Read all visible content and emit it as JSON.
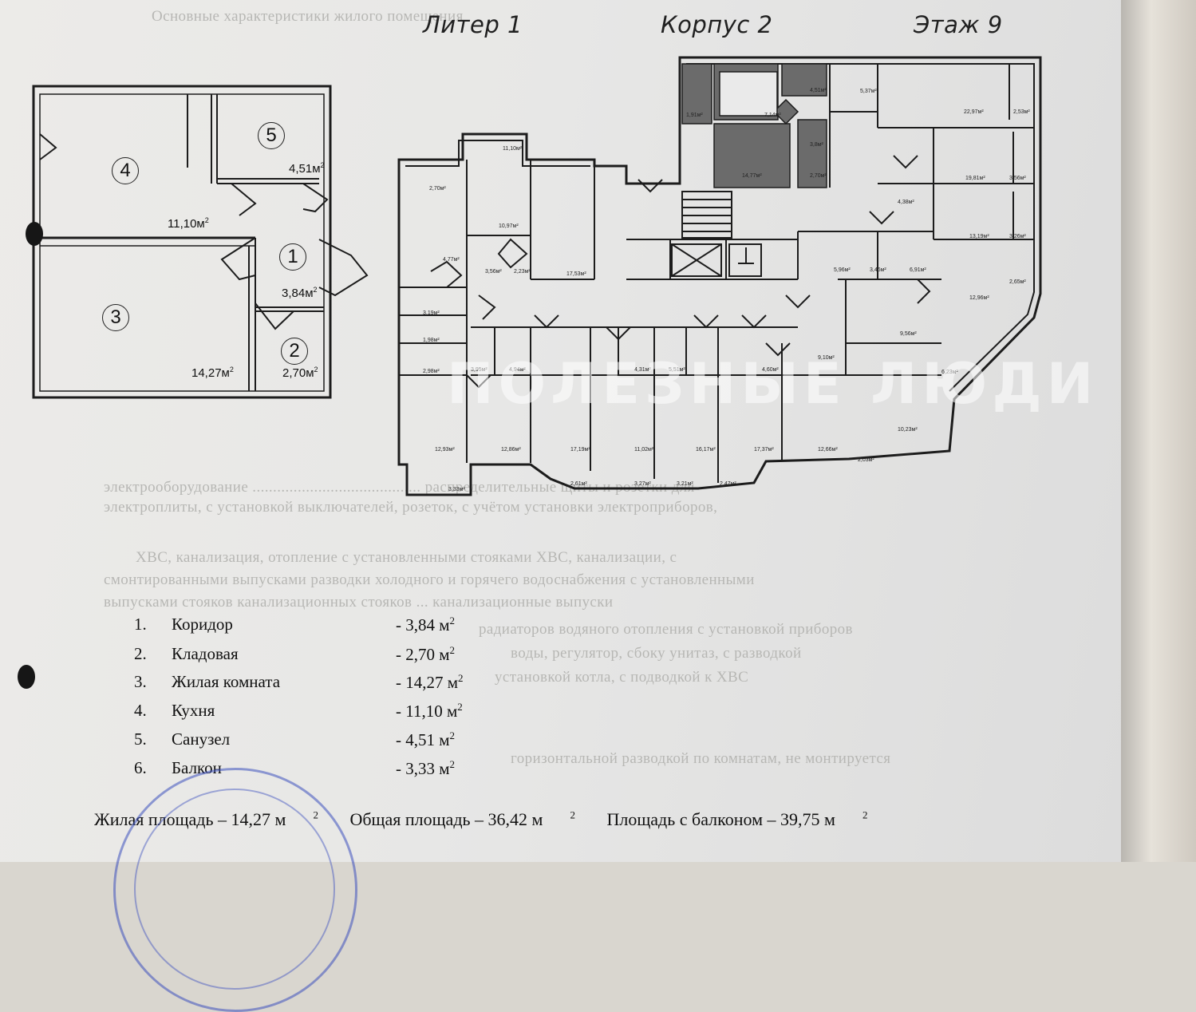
{
  "header": {
    "liter": "Литер 1",
    "korpus": "Корпус 2",
    "floor": "Этаж 9"
  },
  "apartment_plan": {
    "rooms": [
      {
        "num": "1",
        "area": "3,84м"
      },
      {
        "num": "2",
        "area": "2,70м"
      },
      {
        "num": "3",
        "area": "14,27м"
      },
      {
        "num": "4",
        "area": "11,10м"
      },
      {
        "num": "5",
        "area": "4,51м"
      }
    ],
    "unit_sup": "2"
  },
  "legend": [
    {
      "num": "1.",
      "name": "Коридор",
      "value": "- 3,84 м"
    },
    {
      "num": "2.",
      "name": "Кладовая",
      "value": "- 2,70 м"
    },
    {
      "num": "3.",
      "name": "Жилая комната",
      "value": "- 14,27 м"
    },
    {
      "num": "4.",
      "name": "Кухня",
      "value": "- 11,10 м"
    },
    {
      "num": "5.",
      "name": "Санузел",
      "value": "- 4,51 м"
    },
    {
      "num": "6.",
      "name": "Балкон",
      "value": "- 3,33 м"
    }
  ],
  "totals": {
    "living": "Жилая площадь – 14,27 м",
    "total": "Общая площадь – 36,42 м",
    "with_balcony": "Площадь с балконом – 39,75 м",
    "unit_sup": "2"
  },
  "watermark": "ПОЛЕЗНЫЕ ЛЮДИ"
}
